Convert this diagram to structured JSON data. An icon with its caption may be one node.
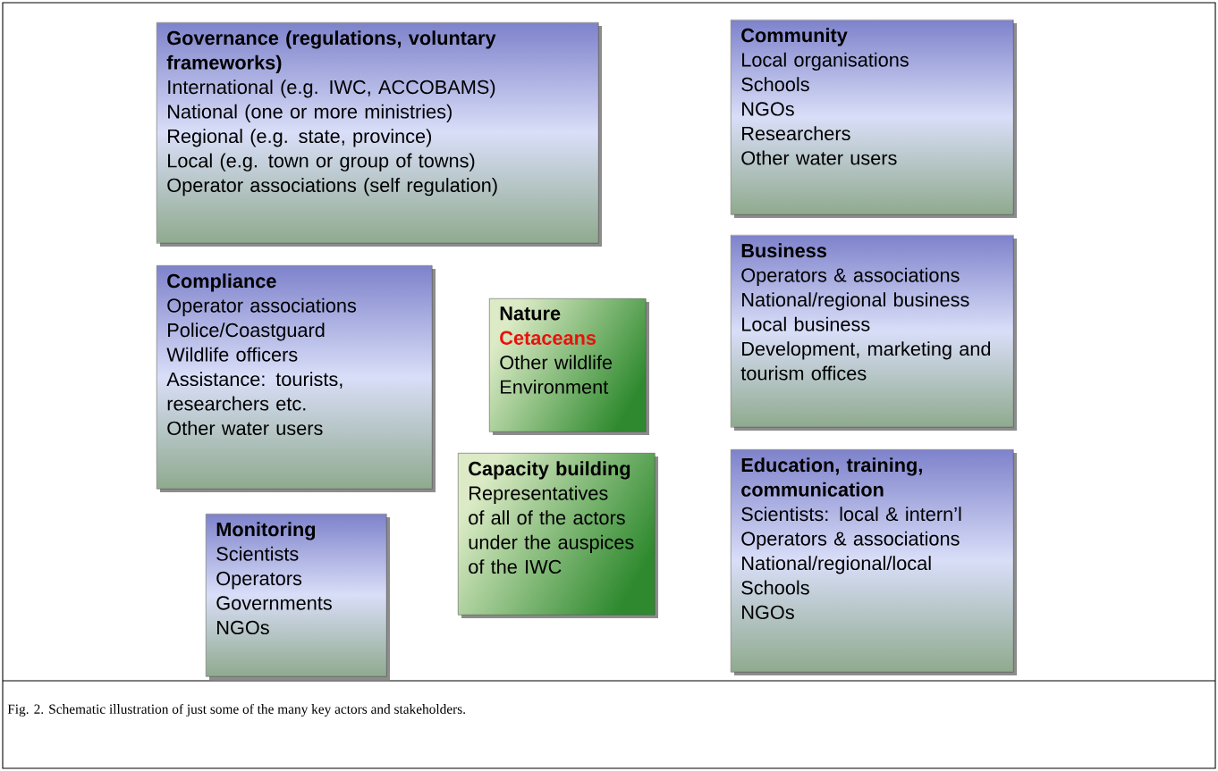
{
  "diagram": {
    "caption": "Fig. 2. Schematic illustration of just some of the many key actors and stakeholders.",
    "nodes": [
      {
        "text": [
          "Governance (regulations, voluntary frameworks)",
          "International (e.g. IWC, ACCOBAMS)",
          "National (one or more ministries)",
          "Regional (e.g. state, province)",
          "Local (e.g. town or group of towns)",
          "Operator associations (self regulation)"
        ]
      },
      {
        "text": [
          "Community",
          "Local organisations",
          "Schools",
          "NGOs",
          "Researchers",
          "Other water users"
        ]
      },
      {
        "text": [
          "Compliance",
          "Operator associations",
          "Police/Coastguard",
          "Wildlife officers",
          "Assistance: tourists, researchers etc.",
          "Other water users"
        ]
      },
      {
        "text": [
          "Nature",
          "Cetaceans",
          "Other wildlife",
          "Environment"
        ]
      },
      {
        "text": [
          "Business",
          "Operators & associations",
          "National/regional business",
          "Local business",
          "Development, marketing and tourism offices"
        ]
      },
      {
        "text": [
          "Capacity building",
          "Representatives of all of the actors under the auspices of the IWC"
        ]
      },
      {
        "text": [
          "Monitoring",
          "Scientists",
          "Operators",
          "Governments",
          "NGOs"
        ]
      },
      {
        "text": [
          "Education, training, communication",
          "Scientists: local & intern’l",
          "Operators & associations",
          "National/regional/local",
          "Schools",
          "NGOs"
        ]
      }
    ]
  }
}
